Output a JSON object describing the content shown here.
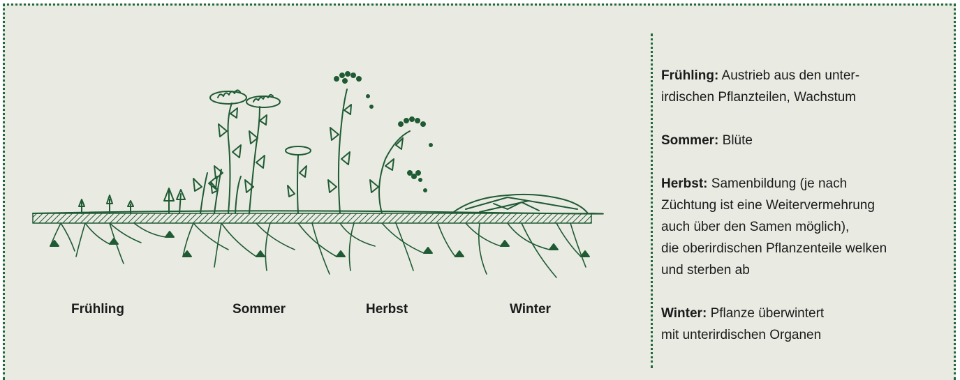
{
  "colors": {
    "ink": "#1f5a33",
    "background": "#e9ebe3",
    "border": "#1e6a3c"
  },
  "diagram": {
    "seasons": [
      "Frühling",
      "Sommer",
      "Herbst",
      "Winter"
    ]
  },
  "legend": [
    {
      "term": "Frühling:",
      "lines": [
        "Austrieb aus den unter-",
        "irdischen Pflanzteilen, Wachstum"
      ]
    },
    {
      "term": "Sommer:",
      "lines": [
        "Blüte"
      ]
    },
    {
      "term": "Herbst:",
      "lines": [
        "Samenbildung (je nach",
        "Züchtung ist eine Weitervermehrung",
        "auch über den Samen möglich),",
        "die oberirdischen Pflanzenteile welken",
        "und sterben ab"
      ]
    },
    {
      "term": "Winter:",
      "lines": [
        "Pflanze überwintert",
        "mit unterirdischen Organen"
      ]
    }
  ]
}
